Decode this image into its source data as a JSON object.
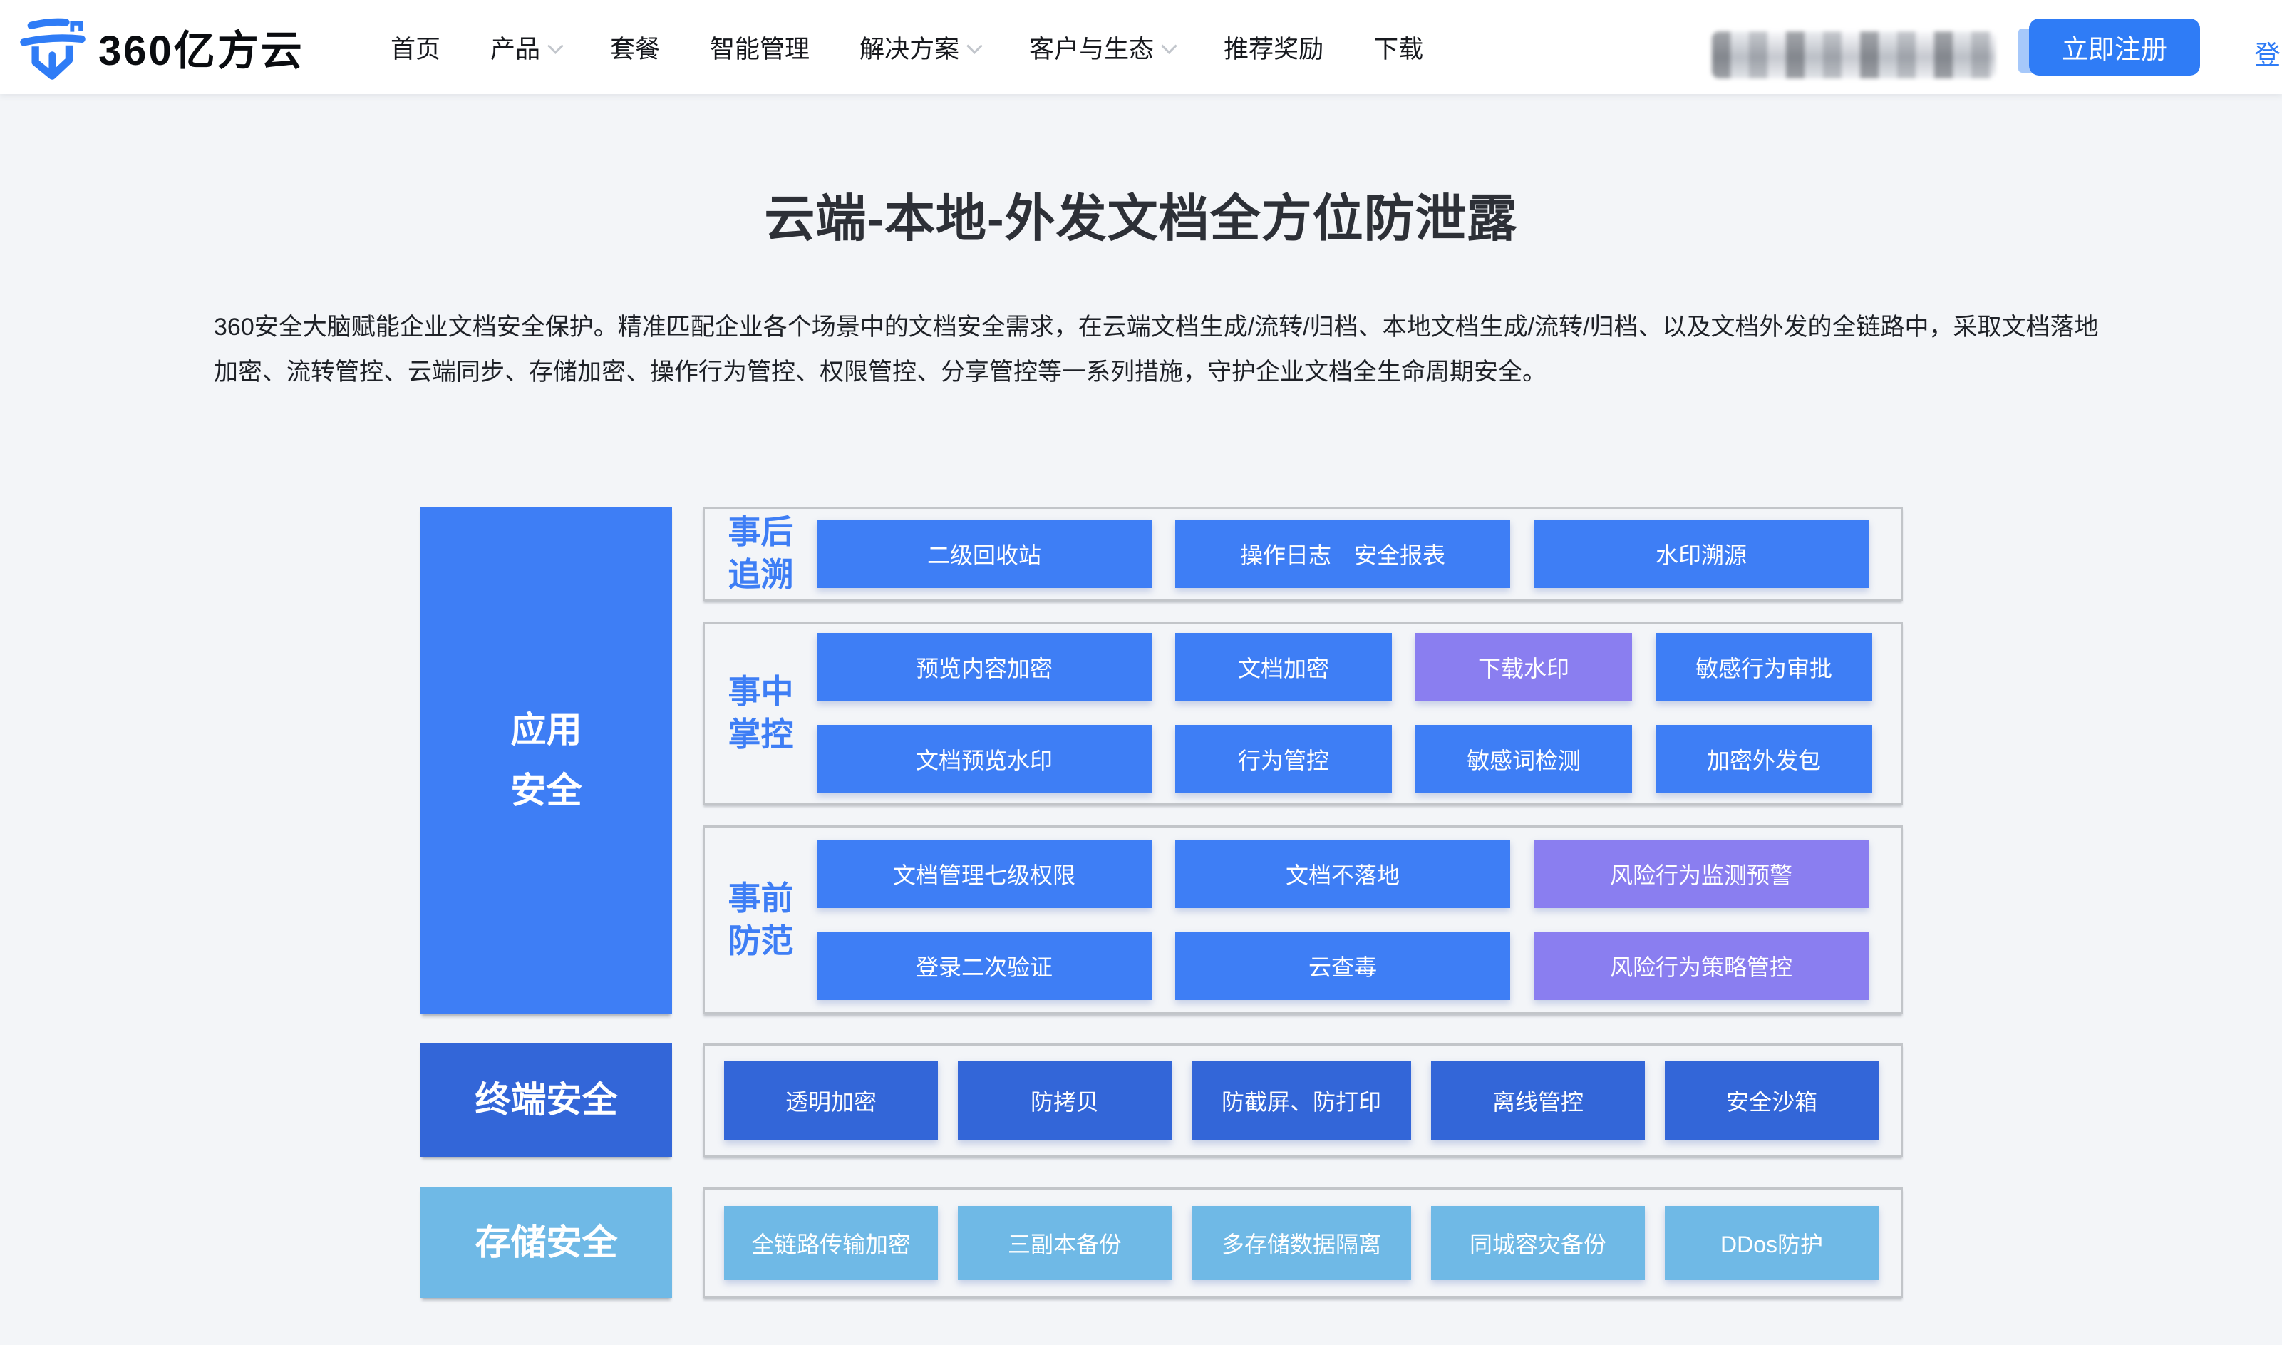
{
  "colors": {
    "primary": "#3e7ef5",
    "violet": "#8a7ef0",
    "deep": "#3366d8",
    "sky": "#6fb9e6",
    "accent": "#2f7cf6"
  },
  "header": {
    "logo_text": "360亿方云",
    "nav_items": [
      {
        "name": "home",
        "label": "首页",
        "dropdown": false
      },
      {
        "name": "products",
        "label": "产品",
        "dropdown": true
      },
      {
        "name": "plans",
        "label": "套餐",
        "dropdown": false
      },
      {
        "name": "smart-management",
        "label": "智能管理",
        "dropdown": false
      },
      {
        "name": "solutions",
        "label": "解决方案",
        "dropdown": true
      },
      {
        "name": "customers-ecosystem",
        "label": "客户与生态",
        "dropdown": true
      },
      {
        "name": "referral-rewards",
        "label": "推荐奖励",
        "dropdown": false
      },
      {
        "name": "download",
        "label": "下载",
        "dropdown": false
      }
    ],
    "register_label": "立即注册",
    "login_label": "登录"
  },
  "hero": {
    "title": "云端-本地-外发文档全方位防泄露",
    "description": "360安全大脑赋能企业文档安全保护。精准匹配企业各个场景中的文档安全需求，在云端文档生成/流转/归档、本地文档生成/流转/归档、以及文档外发的全链路中，采取文档落地加密、流转管控、云端同步、存储加密、操作行为管控、权限管控、分享管控等一系列措施，守护企业文档全生命周期安全。"
  },
  "diagram": {
    "left_boxes": [
      {
        "name": "app-security",
        "lines": [
          "应用",
          "安全"
        ],
        "color": "primary"
      },
      {
        "name": "endpoint-security",
        "lines": [
          "终端安全"
        ],
        "color": "deep"
      },
      {
        "name": "storage-security",
        "lines": [
          "存储安全"
        ],
        "color": "sky"
      }
    ],
    "rows": [
      {
        "name": "after-event-trace",
        "label_lines": [
          "事后",
          "追溯"
        ],
        "button_lines": [
          [
            {
              "label": "二级回收站",
              "size": "lg",
              "color": "primary"
            },
            {
              "label": "操作日志　安全报表",
              "size": "lg",
              "color": "primary"
            },
            {
              "label": "水印溯源",
              "size": "lg",
              "color": "primary"
            }
          ]
        ]
      },
      {
        "name": "in-event-control",
        "label_lines": [
          "事中",
          "掌控"
        ],
        "button_lines": [
          [
            {
              "label": "预览内容加密",
              "size": "lg",
              "color": "primary"
            },
            {
              "label": "文档加密",
              "size": "md",
              "color": "primary"
            },
            {
              "label": "下载水印",
              "size": "md",
              "color": "violet"
            },
            {
              "label": "敏感行为审批",
              "size": "md",
              "color": "primary"
            }
          ],
          [
            {
              "label": "文档预览水印",
              "size": "lg",
              "color": "primary"
            },
            {
              "label": "行为管控",
              "size": "md",
              "color": "primary"
            },
            {
              "label": "敏感词检测",
              "size": "md",
              "color": "primary"
            },
            {
              "label": "加密外发包",
              "size": "md",
              "color": "primary"
            }
          ]
        ]
      },
      {
        "name": "pre-event-prevention",
        "label_lines": [
          "事前",
          "防范"
        ],
        "button_lines": [
          [
            {
              "label": "文档管理七级权限",
              "size": "lg",
              "color": "primary"
            },
            {
              "label": "文档不落地",
              "size": "lg",
              "color": "primary"
            },
            {
              "label": "风险行为监测预警",
              "size": "lg",
              "color": "violet"
            }
          ],
          [
            {
              "label": "登录二次验证",
              "size": "lg",
              "color": "primary"
            },
            {
              "label": "云查毒",
              "size": "lg",
              "color": "primary"
            },
            {
              "label": "风险行为策略管控",
              "size": "lg",
              "color": "violet"
            }
          ]
        ]
      },
      {
        "name": "endpoint-security-features",
        "label_lines": null,
        "button_lines": [
          [
            {
              "label": "透明加密",
              "size": "sm",
              "color": "deep"
            },
            {
              "label": "防拷贝",
              "size": "sm",
              "color": "deep"
            },
            {
              "label": "防截屏、防打印",
              "size": "smw",
              "color": "deep"
            },
            {
              "label": "离线管控",
              "size": "sm",
              "color": "deep"
            },
            {
              "label": "安全沙箱",
              "size": "sm",
              "color": "deep"
            }
          ]
        ]
      },
      {
        "name": "storage-security-features",
        "label_lines": null,
        "button_lines": [
          [
            {
              "label": "全链路传输加密",
              "size": "sm",
              "color": "sky"
            },
            {
              "label": "三副本备份",
              "size": "sm",
              "color": "sky"
            },
            {
              "label": "多存储数据隔离",
              "size": "smw",
              "color": "sky"
            },
            {
              "label": "同城容灾备份",
              "size": "sm",
              "color": "sky"
            },
            {
              "label": "DDos防护",
              "size": "sm",
              "color": "sky"
            }
          ]
        ]
      }
    ]
  }
}
